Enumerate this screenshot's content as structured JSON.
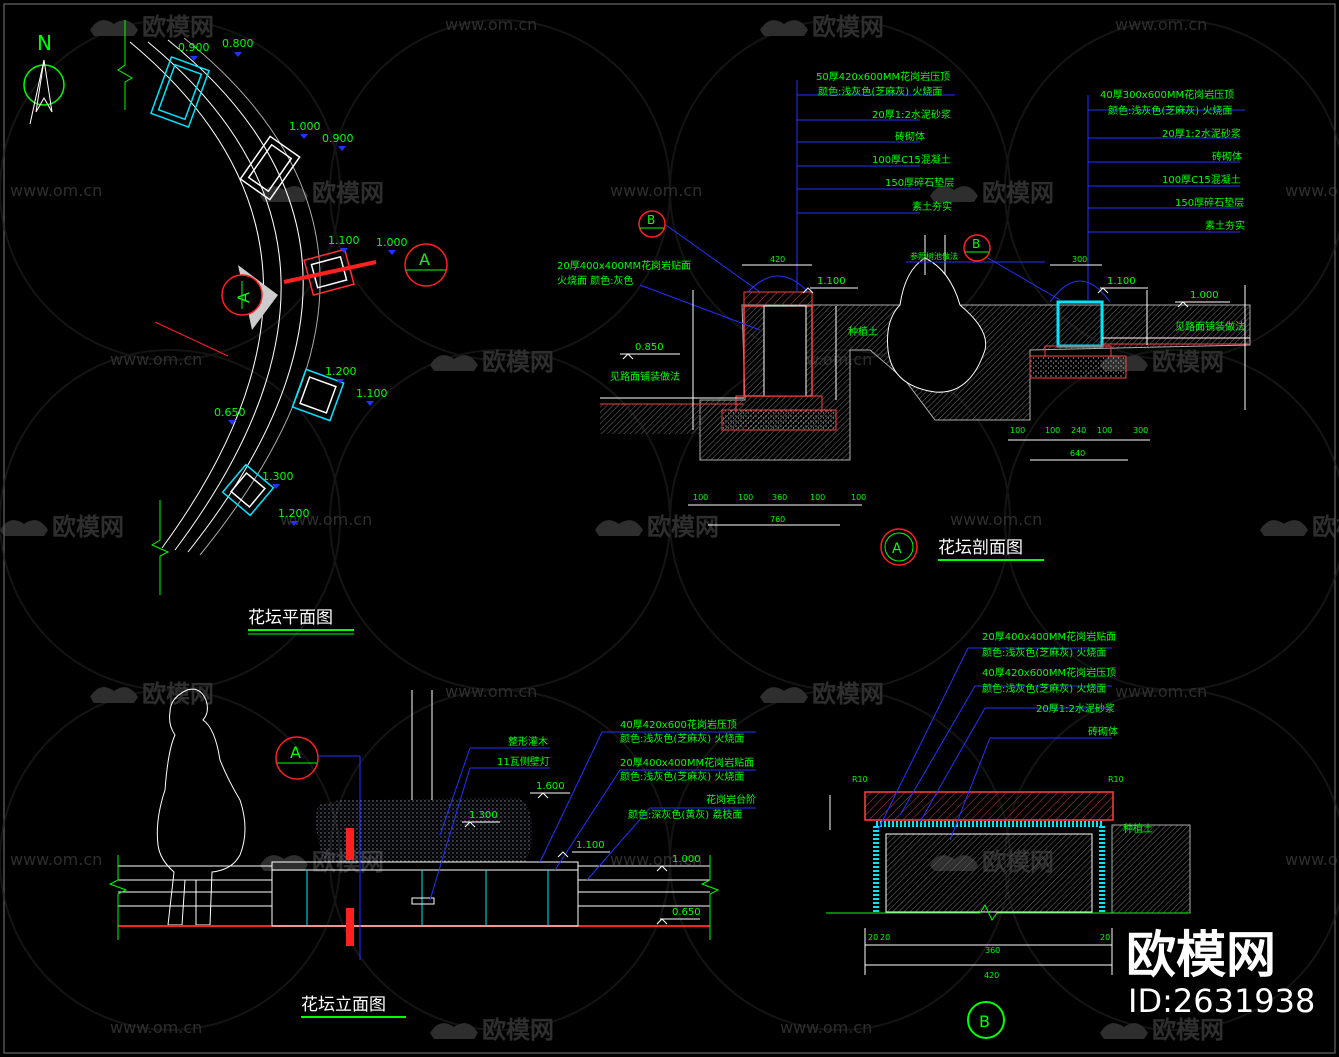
{
  "colors": {
    "background": "#000000",
    "leader": "#2222ff",
    "annotation": "#00ff00",
    "outline": "#ffffff",
    "cyan": "#00e5ff",
    "red": "#ff2020",
    "elevation": "#00ff33",
    "section": "#ffffff"
  },
  "watermark": {
    "site": "www.om.cn",
    "brand": "欧模网"
  },
  "brand_badge": {
    "name": "欧模网",
    "id_text": "ID:2631938"
  },
  "plan": {
    "title": "花坛平面图",
    "north": "N",
    "section_marker": "A",
    "elevations": [
      "0.900",
      "0.800",
      "1.000",
      "0.900",
      "1.100",
      "1.000",
      "1.200",
      "1.100",
      "0.650",
      "1.300",
      "1.200"
    ]
  },
  "section_a": {
    "title": "花坛剖面图",
    "marker": "A",
    "detail_marker": "B",
    "left_layers": [
      "50厚420x600MM花岗岩压顶",
      "颜色:浅灰色(芝麻灰)  火烧面",
      "20厚1:2水泥砂浆",
      "砖砌体",
      "100厚C15混凝土",
      "150厚碎石垫层",
      "素土夯实"
    ],
    "right_layers": [
      "40厚300x600MM花岗岩压顶",
      "颜色:浅灰色(芝麻灰)  火烧面",
      "20厚1:2水泥砂浆",
      "砖砌体",
      "100厚C15混凝土",
      "150厚碎石垫层",
      "素土夯实"
    ],
    "left_facing": [
      "20厚400x400MM花岗岩贴面",
      "火烧面  颜色:灰色"
    ],
    "notes": [
      "参照树池做法",
      "种植土",
      "见路面铺装做法",
      "见路面铺装做法"
    ],
    "elevations": [
      "1.100",
      "0.850",
      "1.100",
      "1.000"
    ],
    "dim_bottom_left": [
      "100",
      "100",
      "360",
      "100",
      "100"
    ],
    "dim_bottom_left_total": "760",
    "dim_bottom_right": [
      "100",
      "100",
      "240",
      "100",
      "300"
    ],
    "dim_bottom_right_total": "640",
    "dim_top": [
      "420",
      "300"
    ]
  },
  "elevation": {
    "title": "花坛立面图",
    "marker": "A",
    "labels": [
      "整形灌木",
      "11瓦侧壁灯",
      "40厚420x600花岗岩压顶",
      "颜色:浅灰色(芝麻灰)  火烧面",
      "20厚400x400MM花岗岩贴面",
      "颜色:浅灰色(芝麻灰)  火烧面",
      "花岗岩台阶",
      "颜色:深灰色(黄灰)  荔枝面"
    ],
    "elevations": [
      "1.600",
      "1.300",
      "1.100",
      "1.000",
      "0.650"
    ]
  },
  "detail_b": {
    "marker": "B",
    "labels": [
      "20厚400x400MM花岗岩贴面",
      "颜色:浅灰色(芝麻灰)  火烧面",
      "40厚420x600MM花岗岩压顶",
      "颜色:浅灰色(芝麻灰)  火烧面",
      "20厚1:2水泥砂浆",
      "砖砌体"
    ],
    "notes": [
      "种植土",
      "R10",
      "R10"
    ],
    "dims": [
      "20",
      "20",
      "360",
      "20"
    ],
    "dim_total": "420"
  }
}
